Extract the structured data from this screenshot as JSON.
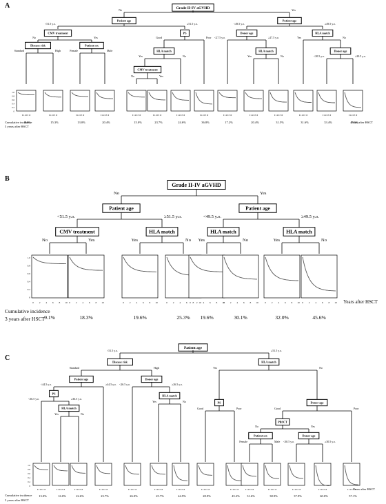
{
  "colors": {
    "ink": "#000000",
    "curve": "#555555",
    "background": "#ffffff"
  },
  "panels": [
    {
      "letter": "A",
      "root": "Grade II-IV aGVHD",
      "nodes": [
        "Patient age",
        "Patient age",
        "CMV treatment",
        "PS",
        "Donor age",
        "HLA match",
        "Disease risk",
        "Patient sex",
        "HLA match",
        "HLA match",
        "Donor age",
        "CMV treatment"
      ],
      "branch_labels": [
        "No",
        "Yes",
        "<51.5 y.o.",
        "≥51.5 y.o.",
        "<49.5 y.o.",
        "≥49.5 y.o.",
        "No",
        "Yes",
        "Good",
        "Poor",
        "<27.5 y.o.",
        "≥27.5 y.o.",
        "Yes",
        "No",
        "Standard",
        "High",
        "Female",
        "Male",
        "Yes",
        "No",
        "Yes",
        "No",
        "<20.5 y.o.",
        "≥20.5 y.o.",
        "No",
        "Yes"
      ],
      "incidences": [
        "8.0%",
        "15.3%",
        "13.0%",
        "20.4%",
        "15.0%",
        "23.7%",
        "24.6%",
        "36.8%",
        "17.2%",
        "20.4%",
        "31.5%",
        "31.6%",
        "33.4%",
        "48.5%"
      ],
      "curve_finals": [
        0.92,
        0.85,
        0.87,
        0.8,
        0.85,
        0.76,
        0.75,
        0.63,
        0.83,
        0.8,
        0.69,
        0.68,
        0.67,
        0.52
      ],
      "footer_left": [
        "Cumulative incidence",
        "3 years after HSCT"
      ],
      "footer_right": "Years after HSCT"
    },
    {
      "letter": "B",
      "root": "Grade II-IV aGVHD",
      "nodes": [
        "Patient age",
        "Patient age",
        "CMV treatment",
        "HLA match",
        "HLA match",
        "HLA match"
      ],
      "branch_labels": [
        "No",
        "Yes",
        "<51.5 y.o.",
        "≥51.5 y.o.",
        "<49.5 y.o.",
        "≥49.5 y.o.",
        "No",
        "Yes",
        "Yes",
        "No",
        "Yes",
        "No",
        "Yes",
        "No"
      ],
      "incidences": [
        "9.1%",
        "18.3%",
        "19.6%",
        "25.3%",
        "19.6%",
        "30.1%",
        "32.0%",
        "45.6%"
      ],
      "curve_finals": [
        0.91,
        0.82,
        0.8,
        0.75,
        0.8,
        0.7,
        0.68,
        0.54
      ],
      "footer_left": [
        "Cumulative incidence",
        "3 years after HSCT"
      ],
      "footer_right": "Years after HSCT"
    },
    {
      "letter": "C",
      "root": "Patient age",
      "nodes": [
        "Disease risk",
        "HLA match",
        "Patient age",
        "Donor age",
        "PS",
        "PS",
        "Donor age",
        "HLA match",
        "PBSCT",
        "HLA match",
        "Patient sex",
        "Donor age"
      ],
      "branch_labels": [
        "<51.5 y.o.",
        "≥51.5 y.o.",
        "Standard",
        "High",
        "Yes",
        "No",
        "<44.5 y.o.",
        "≥44.5 y.o.",
        "<26.5 y.o.",
        "≥26.5 y.o.",
        "Good",
        "Poor",
        "Good",
        "Poor",
        "<36.5 y.o.",
        "≥36.5 y.o.",
        "Yes",
        "No",
        "No",
        "Yes",
        "Yes",
        "No",
        "Female",
        "Male",
        "<30.5 y.o.",
        "≥30.5 y.o."
      ],
      "incidences": [
        "13.0%",
        "16.0%",
        "22.6%",
        "23.7%",
        "26.0%",
        "25.7%",
        "44.9%",
        "28.9%",
        "45.2%",
        "31.6%",
        "38.9%",
        "37.9%",
        "60.0%",
        "57.1%"
      ],
      "curve_finals": [
        0.87,
        0.84,
        0.77,
        0.76,
        0.74,
        0.74,
        0.55,
        0.71,
        0.55,
        0.68,
        0.61,
        0.62,
        0.4,
        0.43
      ],
      "footer_left": [
        "Cumulative incidence",
        "3 years after HSCT"
      ],
      "footer_right": "Years after HSCT"
    }
  ],
  "axes": {
    "small_y_ticks": [
      "1.0",
      "0.8",
      "0.6",
      "0.4",
      "0.2",
      "0"
    ],
    "small_x_ticks": "0 2 4 6 8 10",
    "b_x_ticks": [
      "0",
      "2",
      "4",
      "6",
      "8",
      "10"
    ]
  }
}
